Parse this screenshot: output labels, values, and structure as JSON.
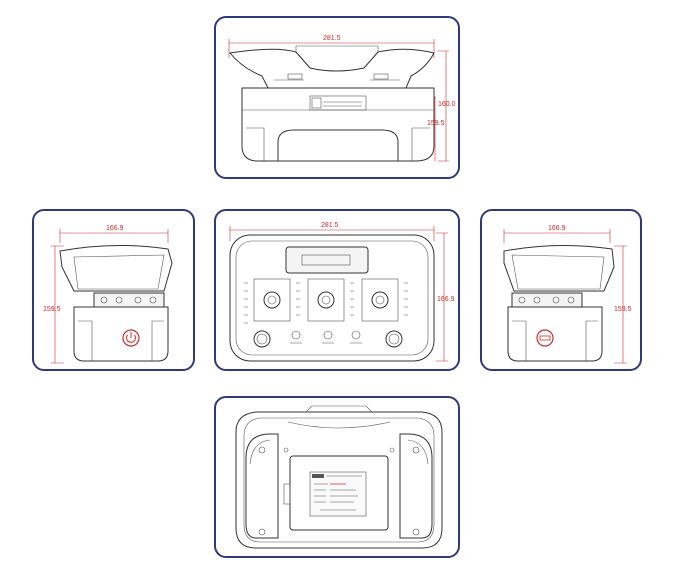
{
  "views": {
    "front": {
      "width": "281.5",
      "height_overall": "160.0",
      "height_body": "159.5"
    },
    "left_side": {
      "width": "166.9",
      "height": "159.5"
    },
    "top": {
      "width": "281.5",
      "depth": "166.9"
    },
    "right_side": {
      "width": "166.9",
      "height": "159.5"
    },
    "bottom": {}
  },
  "colors": {
    "frame": "#2d3a7c",
    "dimension": "#d02a2a",
    "drawing": "#333333",
    "power_button": "#d02a2a"
  }
}
